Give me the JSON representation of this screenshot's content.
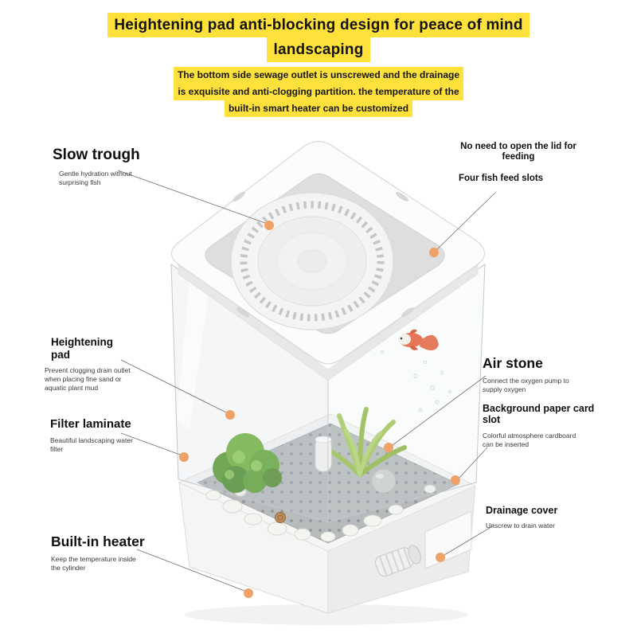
{
  "header": {
    "title_line1": "Heightening pad anti-blocking design for peace of mind",
    "title_line2": "landscaping",
    "subtitle_line1": "The bottom side sewage outlet is unscrewed and the drainage",
    "subtitle_line2": "is exquisite and anti-clogging partition. the temperature of the",
    "subtitle_line3": "built-in smart heater can be customized"
  },
  "callouts": {
    "slow_trough": {
      "title": "Slow trough",
      "desc": "Gentle hydration without surprising fish"
    },
    "feeding": {
      "title": "No need to open the lid for feeding",
      "subtitle": "Four fish feed slots"
    },
    "heightening_pad": {
      "title": "Heightening pad",
      "desc": "Prevent clogging drain outlet when placing fine sand or aquatic plant mud"
    },
    "filter_laminate": {
      "title": "Filter laminate",
      "desc": "Beautiful landscaping water filter"
    },
    "built_in_heater": {
      "title": "Built-in heater",
      "desc": "Keep the temperature inside the cylinder"
    },
    "air_stone": {
      "title": "Air stone",
      "desc": "Connect the oxygen pump to supply oxygen"
    },
    "background_card_slot": {
      "title": "Background paper card slot",
      "desc": "Colorful atmosphere cardboard can be inserted"
    },
    "drainage_cover": {
      "title": "Drainage cover",
      "desc": "Unscrew to drain water"
    }
  },
  "colors": {
    "highlight": "#ffe13b",
    "callout_dot": "#eea268",
    "leader_line": "#6f6f6f",
    "plant_green": "#6fae3e",
    "fish_orange": "#e8613a",
    "plate_gray": "#b7bbbc"
  }
}
